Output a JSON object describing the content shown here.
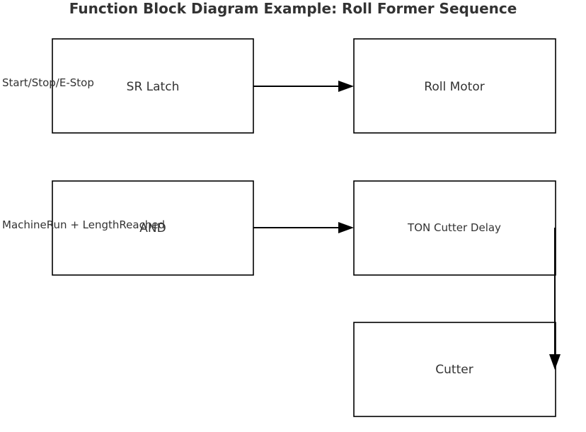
{
  "title": "Function Block Diagram Example: Roll Former Sequence",
  "colors": {
    "stroke": "#000000",
    "text": "#333333",
    "background": "#ffffff"
  },
  "blocks": [
    {
      "id": "sr-latch",
      "label": "SR Latch"
    },
    {
      "id": "roll-motor",
      "label": "Roll Motor"
    },
    {
      "id": "and",
      "label": "AND"
    },
    {
      "id": "ton-cutter-delay",
      "label": "TON Cutter Delay"
    },
    {
      "id": "cutter",
      "label": "Cutter"
    }
  ],
  "inputs": [
    {
      "label": "Start/Stop/E-Stop",
      "target": "sr-latch"
    },
    {
      "label": "MachineRun + LengthReached",
      "target": "and"
    }
  ],
  "connections": [
    {
      "from": "sr-latch",
      "to": "roll-motor"
    },
    {
      "from": "and",
      "to": "ton-cutter-delay"
    },
    {
      "from": "ton-cutter-delay",
      "to": "cutter"
    }
  ]
}
